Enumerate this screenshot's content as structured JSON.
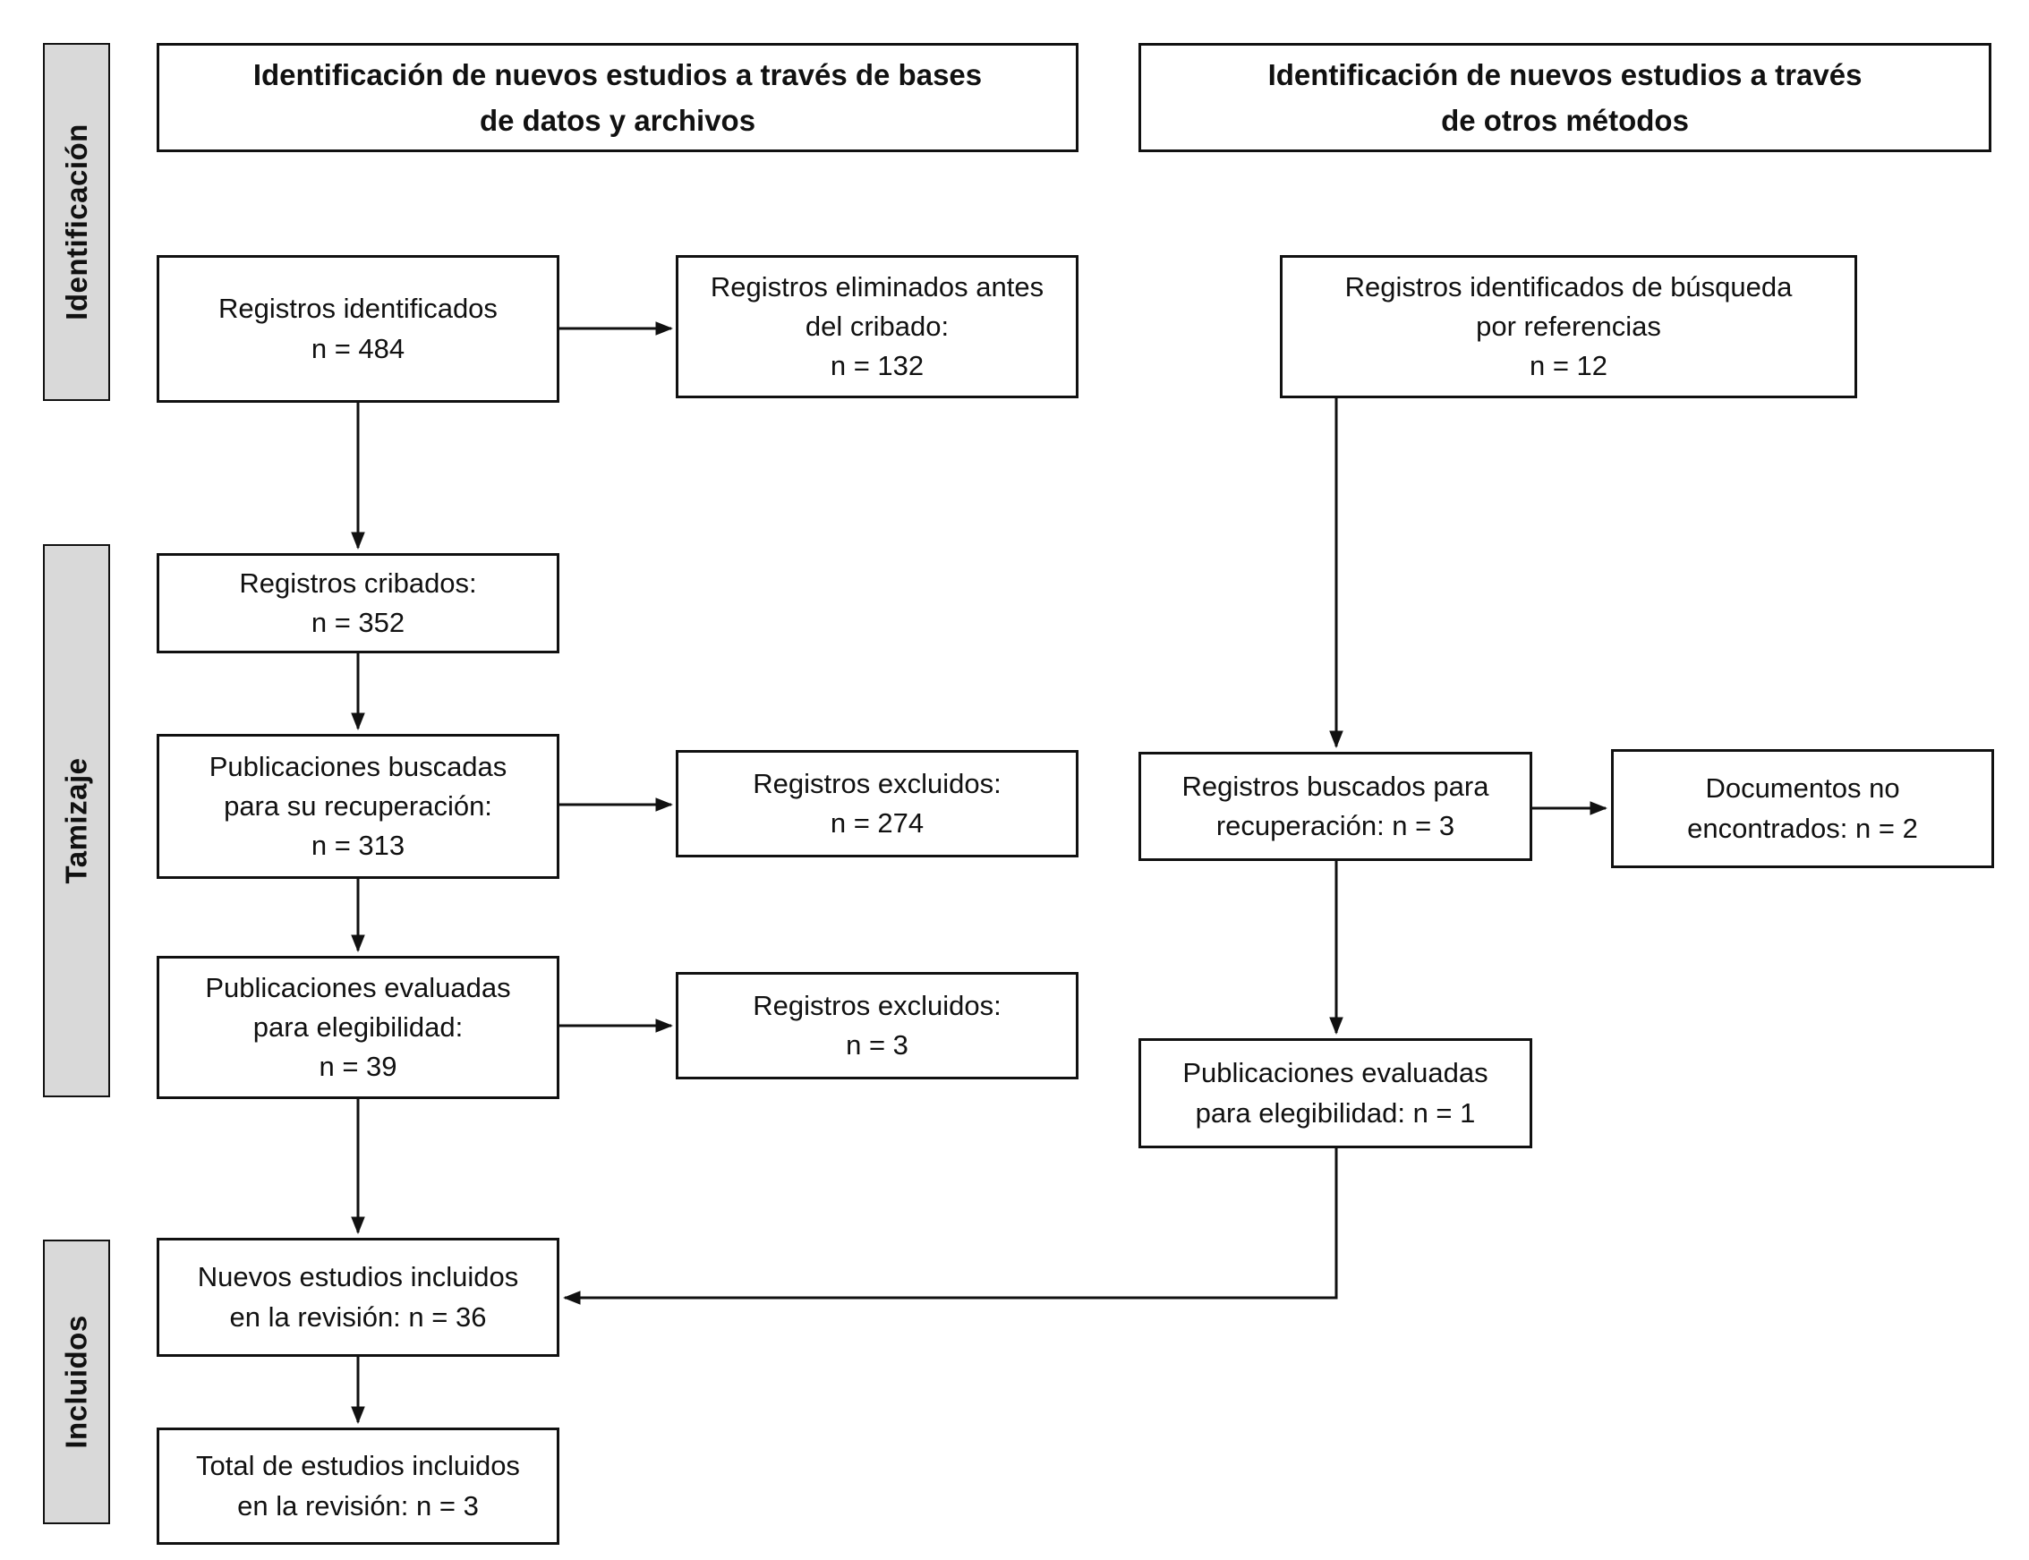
{
  "headers": {
    "databases": {
      "line1": "Identificación de nuevos estudios a través de bases",
      "line2": "de datos y archivos"
    },
    "other_methods": {
      "line1": "Identificación de nuevos estudios a través",
      "line2": "de otros métodos"
    }
  },
  "sidebar": {
    "identification": "Identificación",
    "screening": "Tamizaje",
    "included": "Incluidos"
  },
  "boxes": {
    "records_identified": {
      "line1": "Registros identificados",
      "line2": "n = 484"
    },
    "records_removed": {
      "line1": "Registros eliminados antes",
      "line2": "del cribado:",
      "line3": "n = 132"
    },
    "records_identified_refs": {
      "line1": "Registros identificados de búsqueda",
      "line2": "por referencias",
      "line3": "n = 12"
    },
    "records_screened": {
      "line1": "Registros cribados:",
      "line2": "n = 352"
    },
    "reports_sought": {
      "line1": "Publicaciones buscadas",
      "line2": "para su recuperación:",
      "line3": "n = 313"
    },
    "records_excluded_1": {
      "line1": "Registros excluidos:",
      "line2": "n = 274"
    },
    "reports_sought_refs": {
      "line1": "Registros buscados para",
      "line2": "recuperación: n = 3"
    },
    "reports_not_retrieved": {
      "line1": "Documentos no",
      "line2": "encontrados: n = 2"
    },
    "reports_assessed": {
      "line1": "Publicaciones evaluadas",
      "line2": "para elegibilidad:",
      "line3": "n = 39"
    },
    "records_excluded_2": {
      "line1": "Registros excluidos:",
      "line2": "n = 3"
    },
    "reports_assessed_refs": {
      "line1": "Publicaciones evaluadas",
      "line2": "para elegibilidad: n = 1"
    },
    "new_studies_included": {
      "line1": "Nuevos estudios incluidos",
      "line2": "en la revisión: n = 36"
    },
    "total_studies_included": {
      "line1": "Total de estudios incluidos",
      "line2": "en la revisión: n = 3"
    }
  },
  "colors": {
    "background": "#ffffff",
    "box_border": "#111111",
    "sidebar_fill": "#d9d9d9",
    "connector": "#111111"
  }
}
